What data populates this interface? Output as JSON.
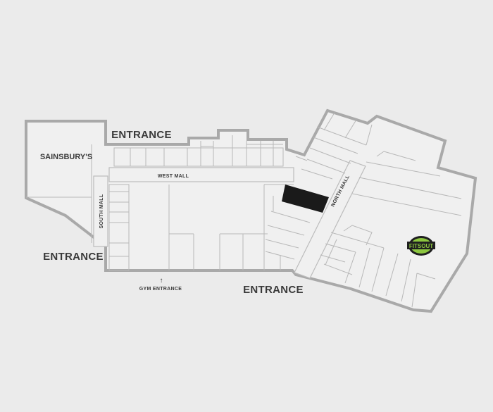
{
  "map": {
    "anchor_store": "SAINSBURY'S",
    "entrances": {
      "top": "ENTRANCE",
      "left": "ENTRANCE",
      "bottom": "ENTRANCE",
      "gym": "GYM ENTRANCE",
      "gym_arrow": "↑"
    },
    "malls": {
      "west": "WEST MALL",
      "south": "SOUTH MALL",
      "north": "NORTH MALL"
    },
    "logo_text": "FITSOUT",
    "colors": {
      "background": "#ebebeb",
      "building_outline": "#a9a9a9",
      "unit_lines": "#b8b8b8",
      "highlighted_unit": "#1a1a1a",
      "logo_accent": "#8cc63f"
    }
  }
}
